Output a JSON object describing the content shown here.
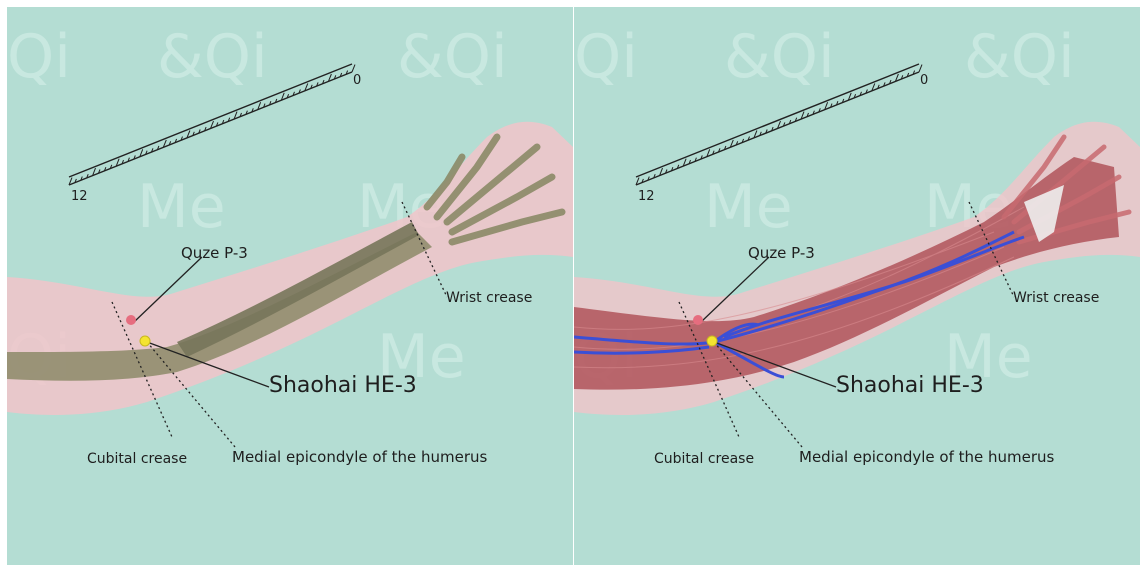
{
  "panels": [
    {
      "id": "skeletal",
      "ruler": {
        "start": "0",
        "end": "12"
      },
      "labels": {
        "quze": "Quze P-3",
        "shaohai": "Shaohai HE-3",
        "wrist_crease": "Wrist crease",
        "cubital_crease": "Cubital crease",
        "medial_epicondyle": "Medial epicondyle of the humerus"
      }
    },
    {
      "id": "muscular",
      "ruler": {
        "start": "0",
        "end": "12"
      },
      "labels": {
        "quze": "Quze P-3",
        "shaohai": "Shaohai HE-3",
        "wrist_crease": "Wrist crease",
        "cubital_crease": "Cubital crease",
        "medial_epicondyle": "Medial epicondyle of the humerus"
      }
    }
  ],
  "watermark": "Me Qi",
  "colors": {
    "background": "#b4ddd3",
    "skin": "#f2c3c8",
    "bone": "#8b8866",
    "muscle": "#b0545a",
    "vein": "#3b4fd6",
    "point_quze": "#e66d7f",
    "point_shaohai": "#f4e430"
  }
}
